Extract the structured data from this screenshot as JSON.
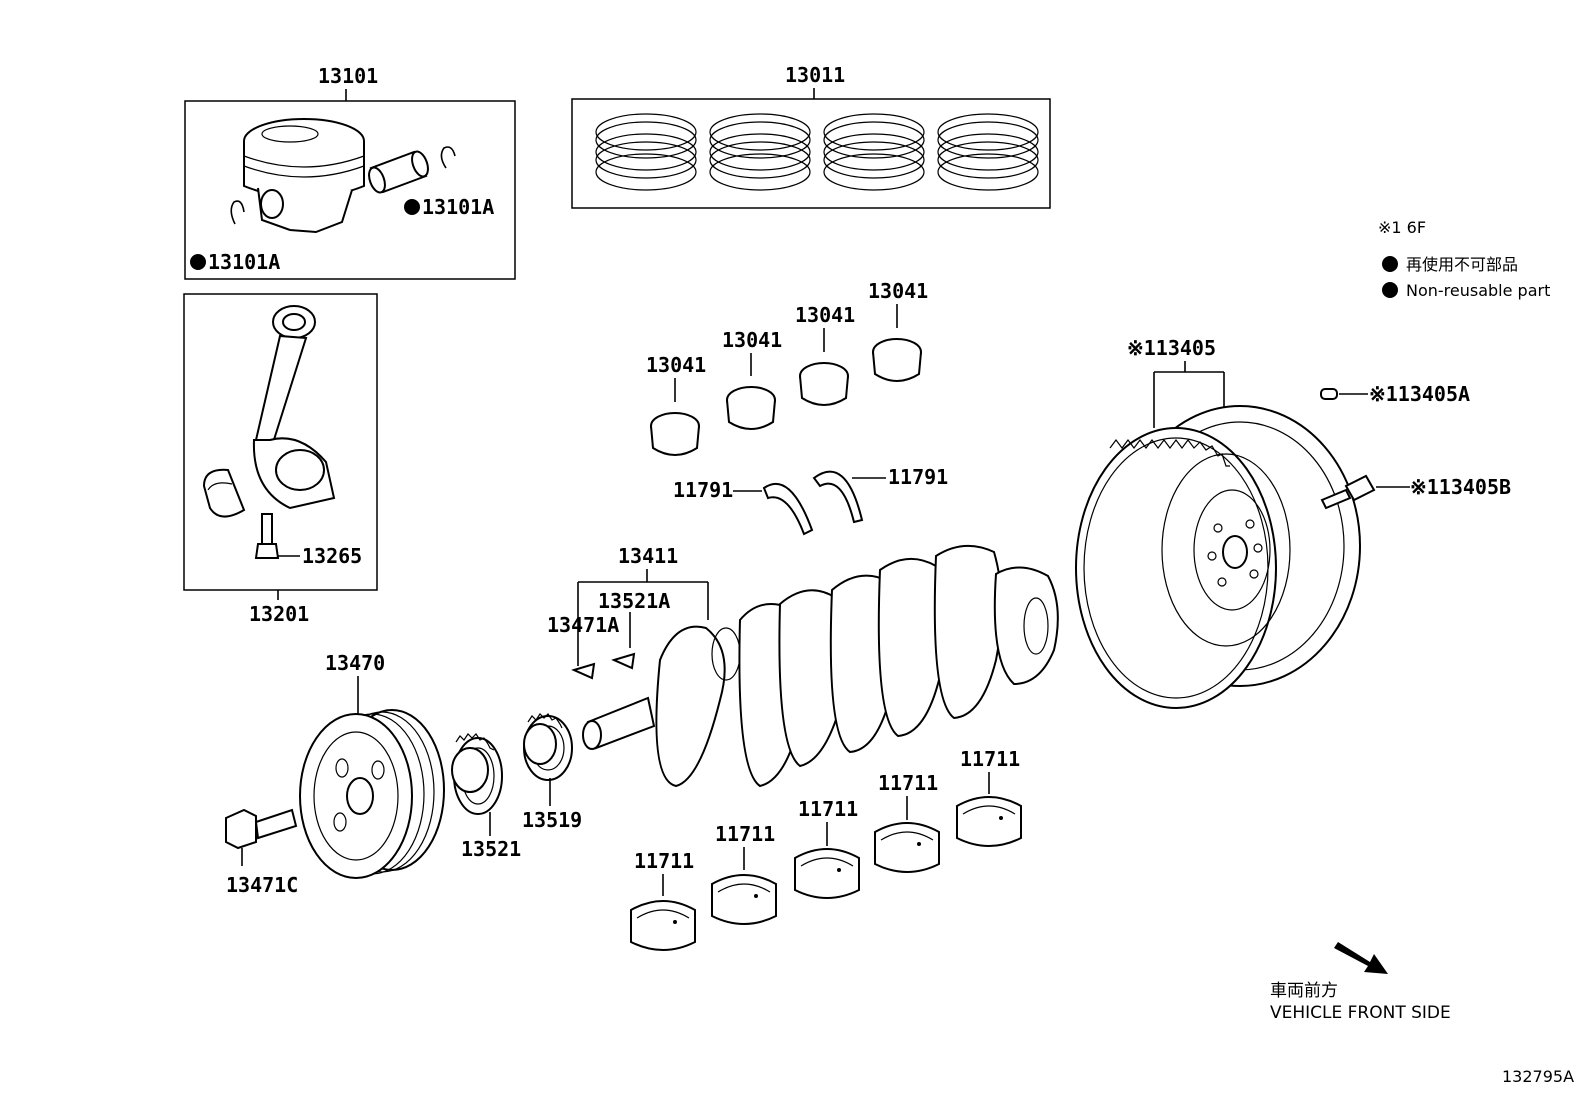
{
  "diagram_id": "132795A",
  "legend": {
    "ref_note": "※1 6F",
    "nonreusable_jp": "再使用不可部品",
    "nonreusable_en": "Non-reusable part"
  },
  "front_side": {
    "jp": "車両前方",
    "en": "VEHICLE FRONT SIDE"
  },
  "labels": {
    "p13101": "13101",
    "p13101A_right": "13101A",
    "p13101A_left": "13101A",
    "p13011": "13011",
    "p13201": "13201",
    "p13265": "13265",
    "p13041_a": "13041",
    "p13041_b": "13041",
    "p13041_c": "13041",
    "p13041_d": "13041",
    "p11791_left": "11791",
    "p11791_right": "11791",
    "p13405": "※113405",
    "p13405A": "※113405A",
    "p13405B": "※113405B",
    "p13411": "13411",
    "p13521A": "13521A",
    "p13471A": "13471A",
    "p13470": "13470",
    "p13471C": "13471C",
    "p13521": "13521",
    "p13519": "13519",
    "p11711_a": "11711",
    "p11711_b": "11711",
    "p11711_c": "11711",
    "p11711_d": "11711",
    "p11711_e": "11711"
  }
}
